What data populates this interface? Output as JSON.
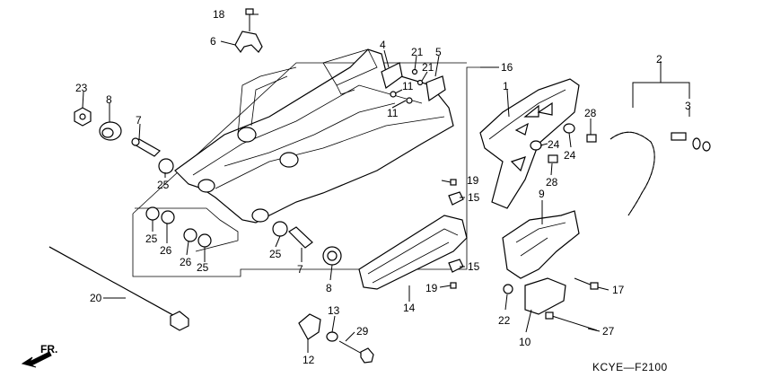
{
  "diagram": {
    "code": "KCYE—F2100",
    "front_label": "FR.",
    "callouts": {
      "n1": "1",
      "n2": "2",
      "n3": "3",
      "n4": "4",
      "n5": "5",
      "n6": "6",
      "n7a": "7",
      "n7b": "7",
      "n8a": "8",
      "n8b": "8",
      "n9": "9",
      "n10": "10",
      "n11a": "11",
      "n11b": "11",
      "n12": "12",
      "n13": "13",
      "n14": "14",
      "n15a": "15",
      "n15b": "15",
      "n16": "16",
      "n17": "17",
      "n18": "18",
      "n19a": "19",
      "n19b": "19",
      "n20": "20",
      "n21a": "21",
      "n21b": "21",
      "n22": "22",
      "n23": "23",
      "n24a": "24",
      "n24b": "24",
      "n25a": "25",
      "n25b": "25",
      "n25c": "25",
      "n25d": "25",
      "n26a": "26",
      "n26b": "26",
      "n27": "27",
      "n28a": "28",
      "n28b": "28",
      "n29": "29"
    }
  }
}
